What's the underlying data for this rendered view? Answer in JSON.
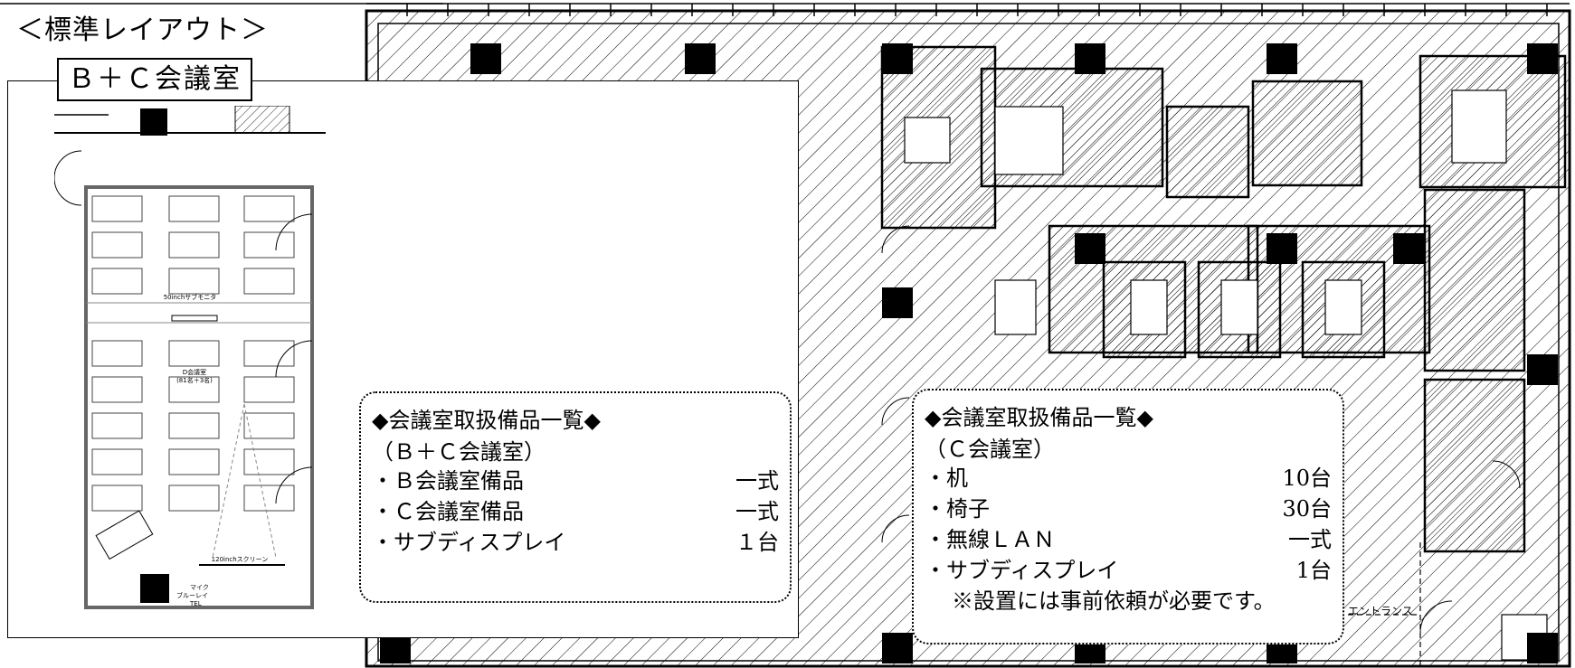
{
  "heading": "＜標準レイアウト＞",
  "room_label": "Ｂ＋Ｃ会議室",
  "plan_labels": {
    "monitor": "50inchサブモニタ",
    "room_name": "D会議室",
    "capacity": "(81名＋3名)",
    "screen": "120inchスクリーン",
    "mic": "マイク",
    "bluray": "ブルーレイ",
    "tel": "TEL",
    "entrance": "エントランス"
  },
  "note_bc": {
    "title": "◆会議室取扱備品一覧◆",
    "subtitle": "（Ｂ＋Ｃ会議室）",
    "items": [
      {
        "name": "・Ｂ会議室備品",
        "qty": "一式"
      },
      {
        "name": "・Ｃ会議室備品",
        "qty": "一式"
      },
      {
        "name": "・サブディスプレイ",
        "qty": "１台"
      }
    ]
  },
  "note_c": {
    "title": "◆会議室取扱備品一覧◆",
    "subtitle": "（Ｃ会議室）",
    "items": [
      {
        "name": "・机",
        "qty": "10台"
      },
      {
        "name": "・椅子",
        "qty": "30台"
      },
      {
        "name": "・無線ＬＡＮ",
        "qty": "一式"
      },
      {
        "name": "・サブディスプレイ",
        "qty": "1台"
      }
    ],
    "footnote": "※設置には事前依頼が必要です。"
  }
}
